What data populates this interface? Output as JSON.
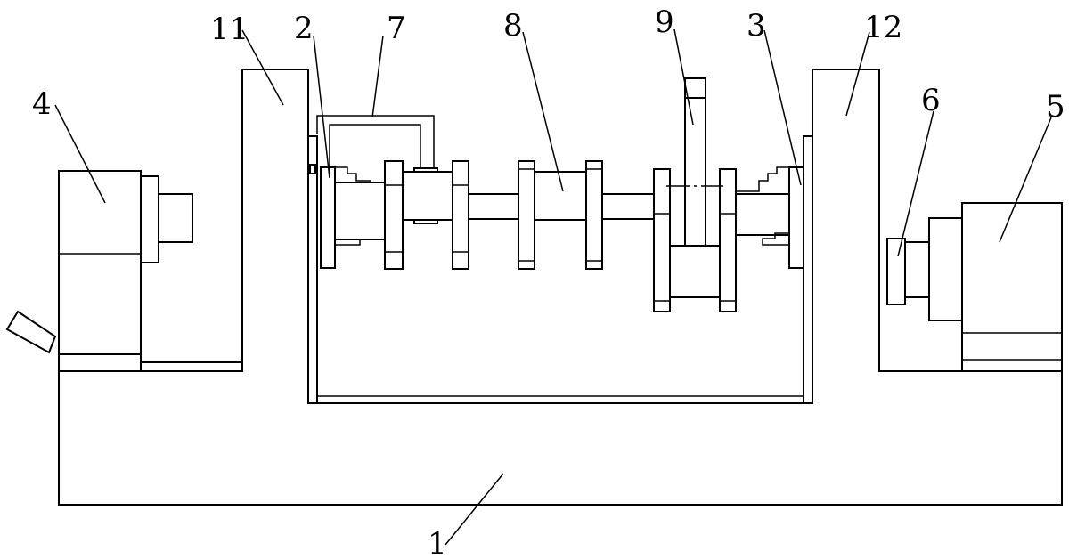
{
  "labels": {
    "base": "1",
    "left_chuck": "2",
    "right_chuck": "3",
    "left_motor": "4",
    "right_motor": "5",
    "coupling": "6",
    "bracket": "7",
    "crankshaft": "8",
    "probe": "9",
    "left_column": "11",
    "right_column": "12"
  },
  "colors": {
    "line": "#000000",
    "background": "#ffffff"
  }
}
